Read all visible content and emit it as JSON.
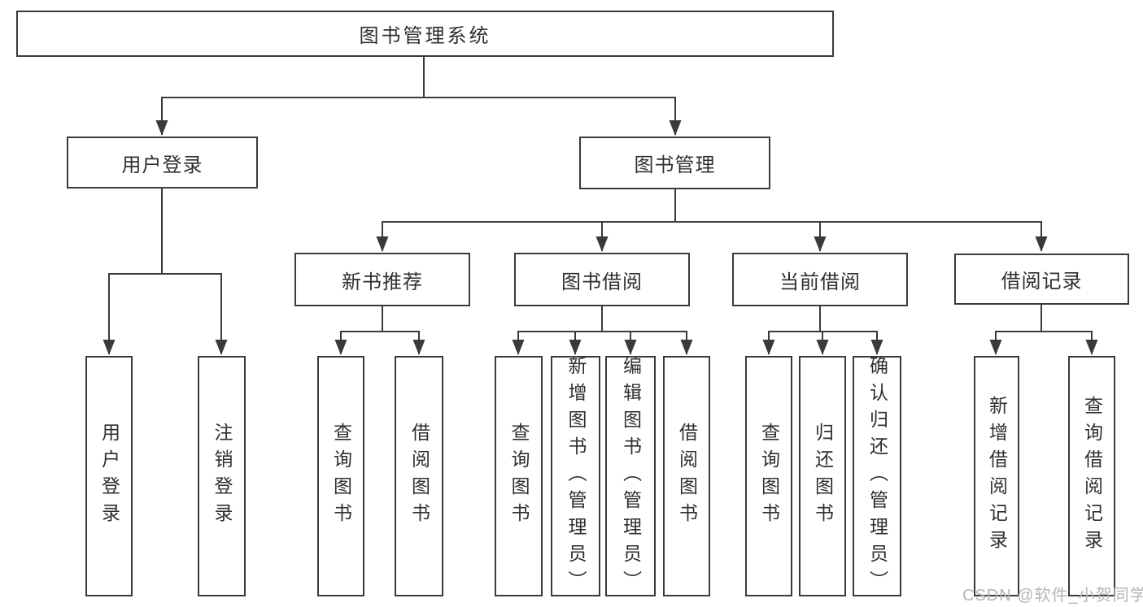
{
  "tree": {
    "root": "图书管理系统",
    "branches": [
      {
        "label": "用户登录",
        "children": [
          {
            "label": "用户登录"
          },
          {
            "label": "注销登录"
          }
        ]
      },
      {
        "label": "图书管理",
        "groups": [
          {
            "label": "新书推荐",
            "children": [
              {
                "label": "查询图书"
              },
              {
                "label": "借阅图书"
              }
            ]
          },
          {
            "label": "图书借阅",
            "children": [
              {
                "label": "查询图书"
              },
              {
                "label": "新增图书（管理员）"
              },
              {
                "label": "编辑图书（管理员）"
              },
              {
                "label": "借阅图书"
              }
            ]
          },
          {
            "label": "当前借阅",
            "children": [
              {
                "label": "查询图书"
              },
              {
                "label": "归还图书"
              },
              {
                "label": "确认归还（管理员）"
              }
            ]
          },
          {
            "label": "借阅记录",
            "children": [
              {
                "label": "新增借阅记录"
              },
              {
                "label": "查询借阅记录"
              }
            ]
          }
        ]
      }
    ]
  },
  "watermark": "CSDN @软件_小贺同学",
  "colors": {
    "line": "#3a3a3a",
    "box_background": "#ffffff",
    "text": "#2f2f2f",
    "watermark": "#b5b5b5"
  }
}
